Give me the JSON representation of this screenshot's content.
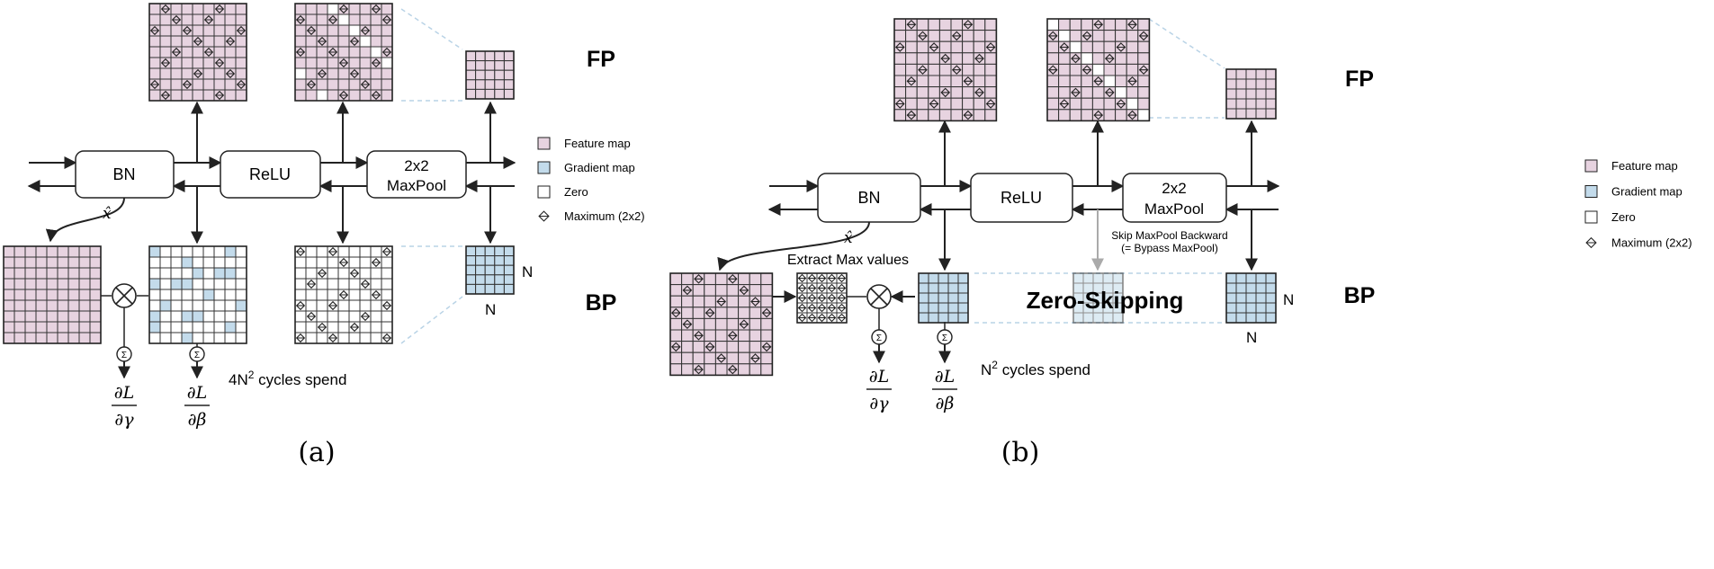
{
  "colors": {
    "feature": "#e7d3e0",
    "gradient": "#c3dbeb",
    "zero": "#ffffff",
    "line": "#222222",
    "dashed": "#b9d3e6",
    "bypass_arrow": "#aaaaaa"
  },
  "panel_a": {
    "caption": "(a)",
    "fp_label": "FP",
    "bp_label": "BP",
    "bn_label": "BN",
    "relu_label": "ReLU",
    "maxpool_label_1": "2x2",
    "maxpool_label_2": "MaxPool",
    "xhat_label": "x̂",
    "sum_symbol": "Σ",
    "cycles_prefix": "4N",
    "cycles_exp": "2",
    "cycles_suffix": " cycles spend",
    "n_right": "N",
    "n_bottom": "N",
    "deriv_gamma_num": "∂L",
    "deriv_gamma_den": "∂γ",
    "deriv_beta_num": "∂L",
    "deriv_beta_den": "∂β"
  },
  "panel_b": {
    "caption": "(b)",
    "fp_label": "FP",
    "bp_label": "BP",
    "bn_label": "BN",
    "relu_label": "ReLU",
    "maxpool_label_1": "2x2",
    "maxpool_label_2": "MaxPool",
    "xhat_label": "x̂",
    "sum_symbol": "Σ",
    "extract_label": "Extract Max values",
    "skip_line_1": "Skip MaxPool Backward",
    "skip_line_2": "(= Bypass MaxPool)",
    "zero_skipping_label": "Zero-Skipping",
    "cycles_prefix": "N",
    "cycles_exp": "2",
    "cycles_suffix": " cycles spend",
    "n_right": "N",
    "n_bottom": "N",
    "deriv_gamma_num": "∂L",
    "deriv_gamma_den": "∂γ",
    "deriv_beta_num": "∂L",
    "deriv_beta_den": "∂β"
  },
  "legend": {
    "items": [
      {
        "label": "Feature map",
        "kind": "feature"
      },
      {
        "label": "Gradient map",
        "kind": "gradient"
      },
      {
        "label": "Zero",
        "kind": "zero"
      },
      {
        "label": "Maximum (2x2)",
        "kind": "maximum"
      }
    ]
  }
}
